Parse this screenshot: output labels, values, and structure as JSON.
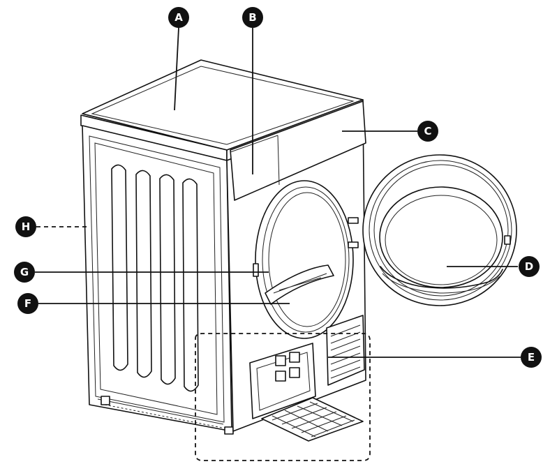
{
  "colors": {
    "ink": "#111111",
    "background": "#ffffff"
  },
  "callouts": {
    "a": "A",
    "b": "B",
    "c": "C",
    "d": "D",
    "e": "E",
    "f": "F",
    "g": "G",
    "h": "H"
  }
}
